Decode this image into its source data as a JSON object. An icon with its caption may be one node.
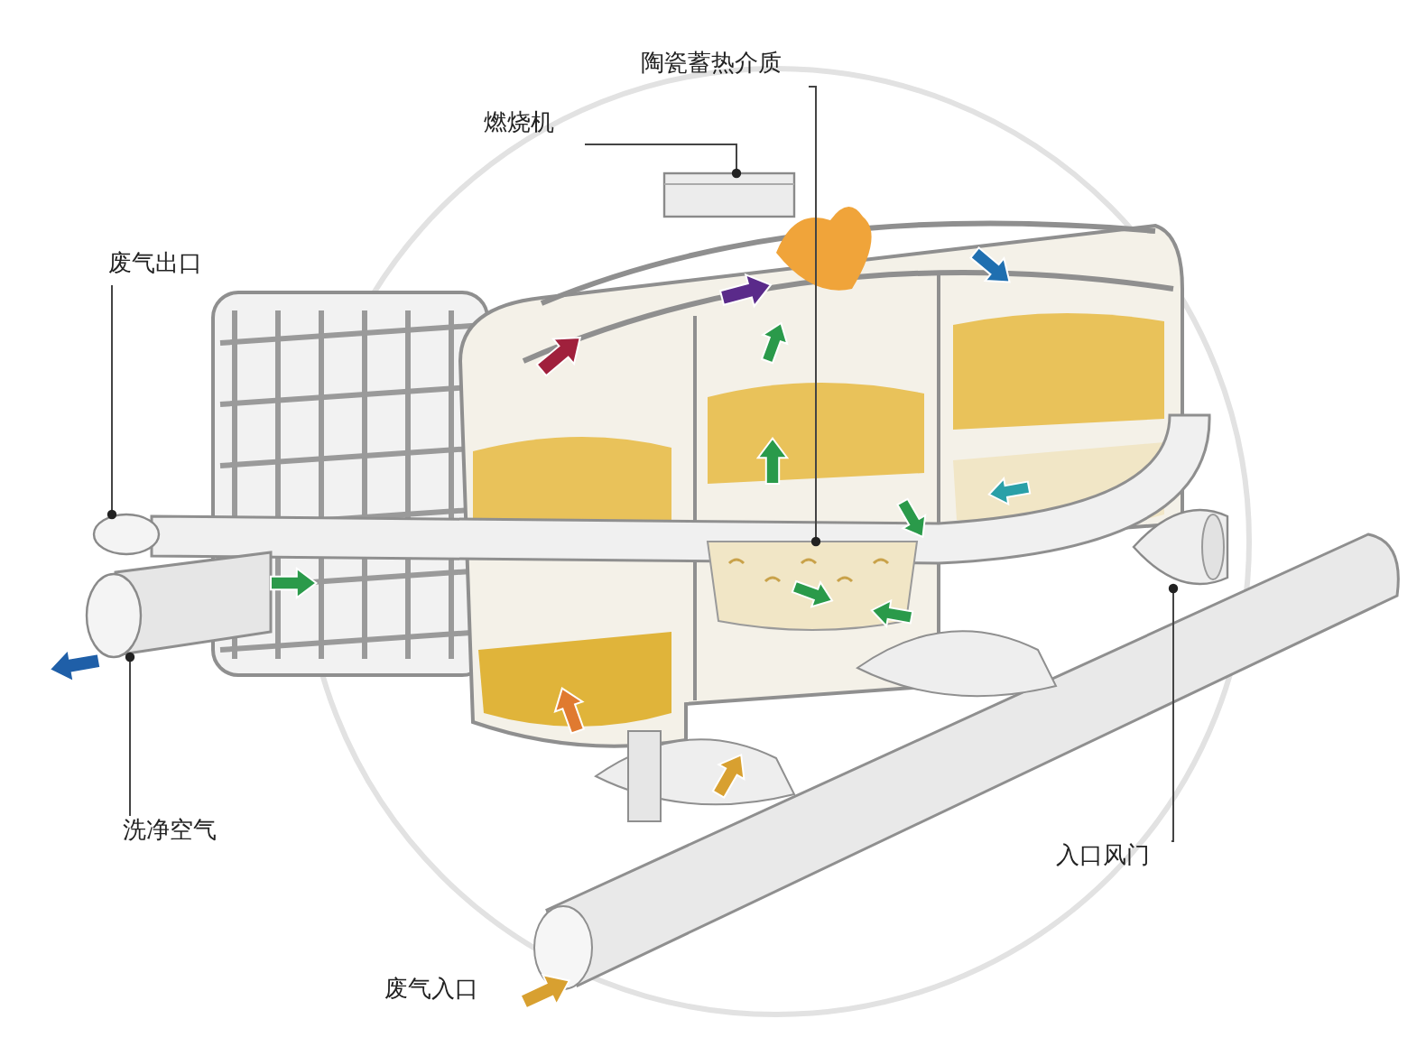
{
  "diagram": {
    "nodes": [
      {
        "text": [
          "燃烧机"
        ]
      },
      {
        "text": [],
        "shape": "box"
      },
      {
        "text": [
          "陶瓷蓄热介质"
        ]
      },
      {
        "text": [],
        "shape": "picture"
      },
      {
        "text": [
          "废气出口"
        ]
      },
      {
        "text": [],
        "shape": "cylinder"
      },
      {
        "text": [
          "洗净空气"
        ]
      },
      {
        "text": [],
        "shape": "cylinder"
      },
      {
        "text": [
          "入口风门"
        ]
      },
      {
        "text": [],
        "shape": "picture"
      }
    ],
    "edges": [
      {
        "from": 0,
        "to": 1,
        "arrow": "other"
      },
      {
        "from": 2,
        "to": 3,
        "arrow": "other"
      },
      {
        "from": 4,
        "to": 5,
        "arrow": "other"
      },
      {
        "from": 6,
        "to": 7,
        "arrow": "other"
      },
      {
        "from": 8,
        "to": 9,
        "arrow": "other"
      }
    ],
    "labels": [
      "废气入口"
    ]
  }
}
